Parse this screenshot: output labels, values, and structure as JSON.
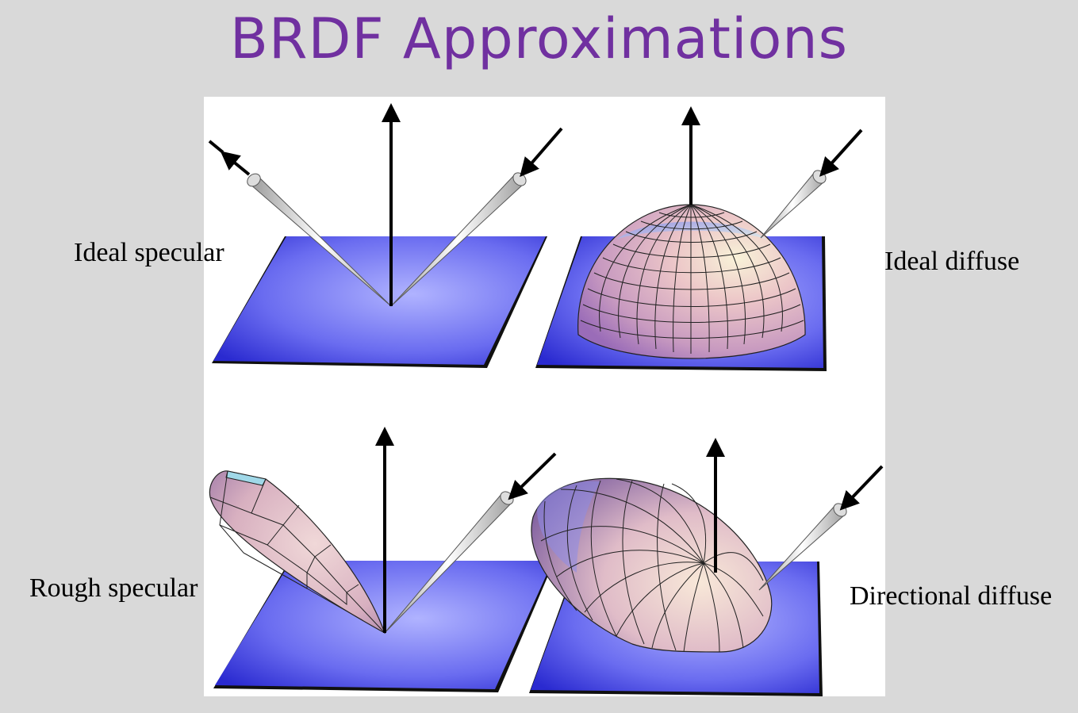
{
  "slide": {
    "title": "BRDF Approximations"
  },
  "labels": {
    "ideal_specular": "Ideal specular",
    "ideal_diffuse": "Ideal diffuse",
    "rough_specular": "Rough specular",
    "directional_diffuse": "Directional diffuse"
  },
  "colors": {
    "title": "#7030a0",
    "background": "#d9d9d9",
    "surface_center": "#a8abff",
    "surface_edge": "#2828d8",
    "lobe_light": "#f4d4d4",
    "lobe_dark": "#b07ab0"
  }
}
